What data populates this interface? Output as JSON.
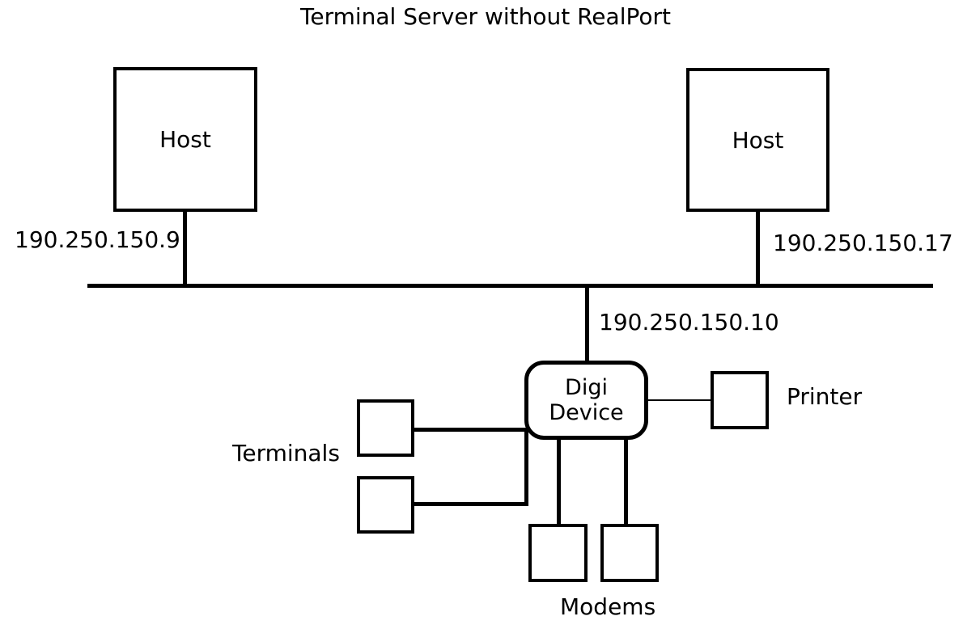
{
  "title": "Terminal Server without RealPort",
  "colors": {
    "background": "#ffffff",
    "line": "#000000",
    "text": "#000000"
  },
  "nodes": {
    "host_left": {
      "label": "Host",
      "ip": "190.250.150.9"
    },
    "host_right": {
      "label": "Host",
      "ip": "190.250.150.17"
    },
    "digi_device": {
      "label_line1": "Digi",
      "label_line2": "Device",
      "ip": "190.250.150.10"
    },
    "printer": {
      "label": "Printer"
    },
    "terminals": {
      "label": "Terminals",
      "count": 2
    },
    "modems": {
      "label": "Modems",
      "count": 2
    }
  }
}
